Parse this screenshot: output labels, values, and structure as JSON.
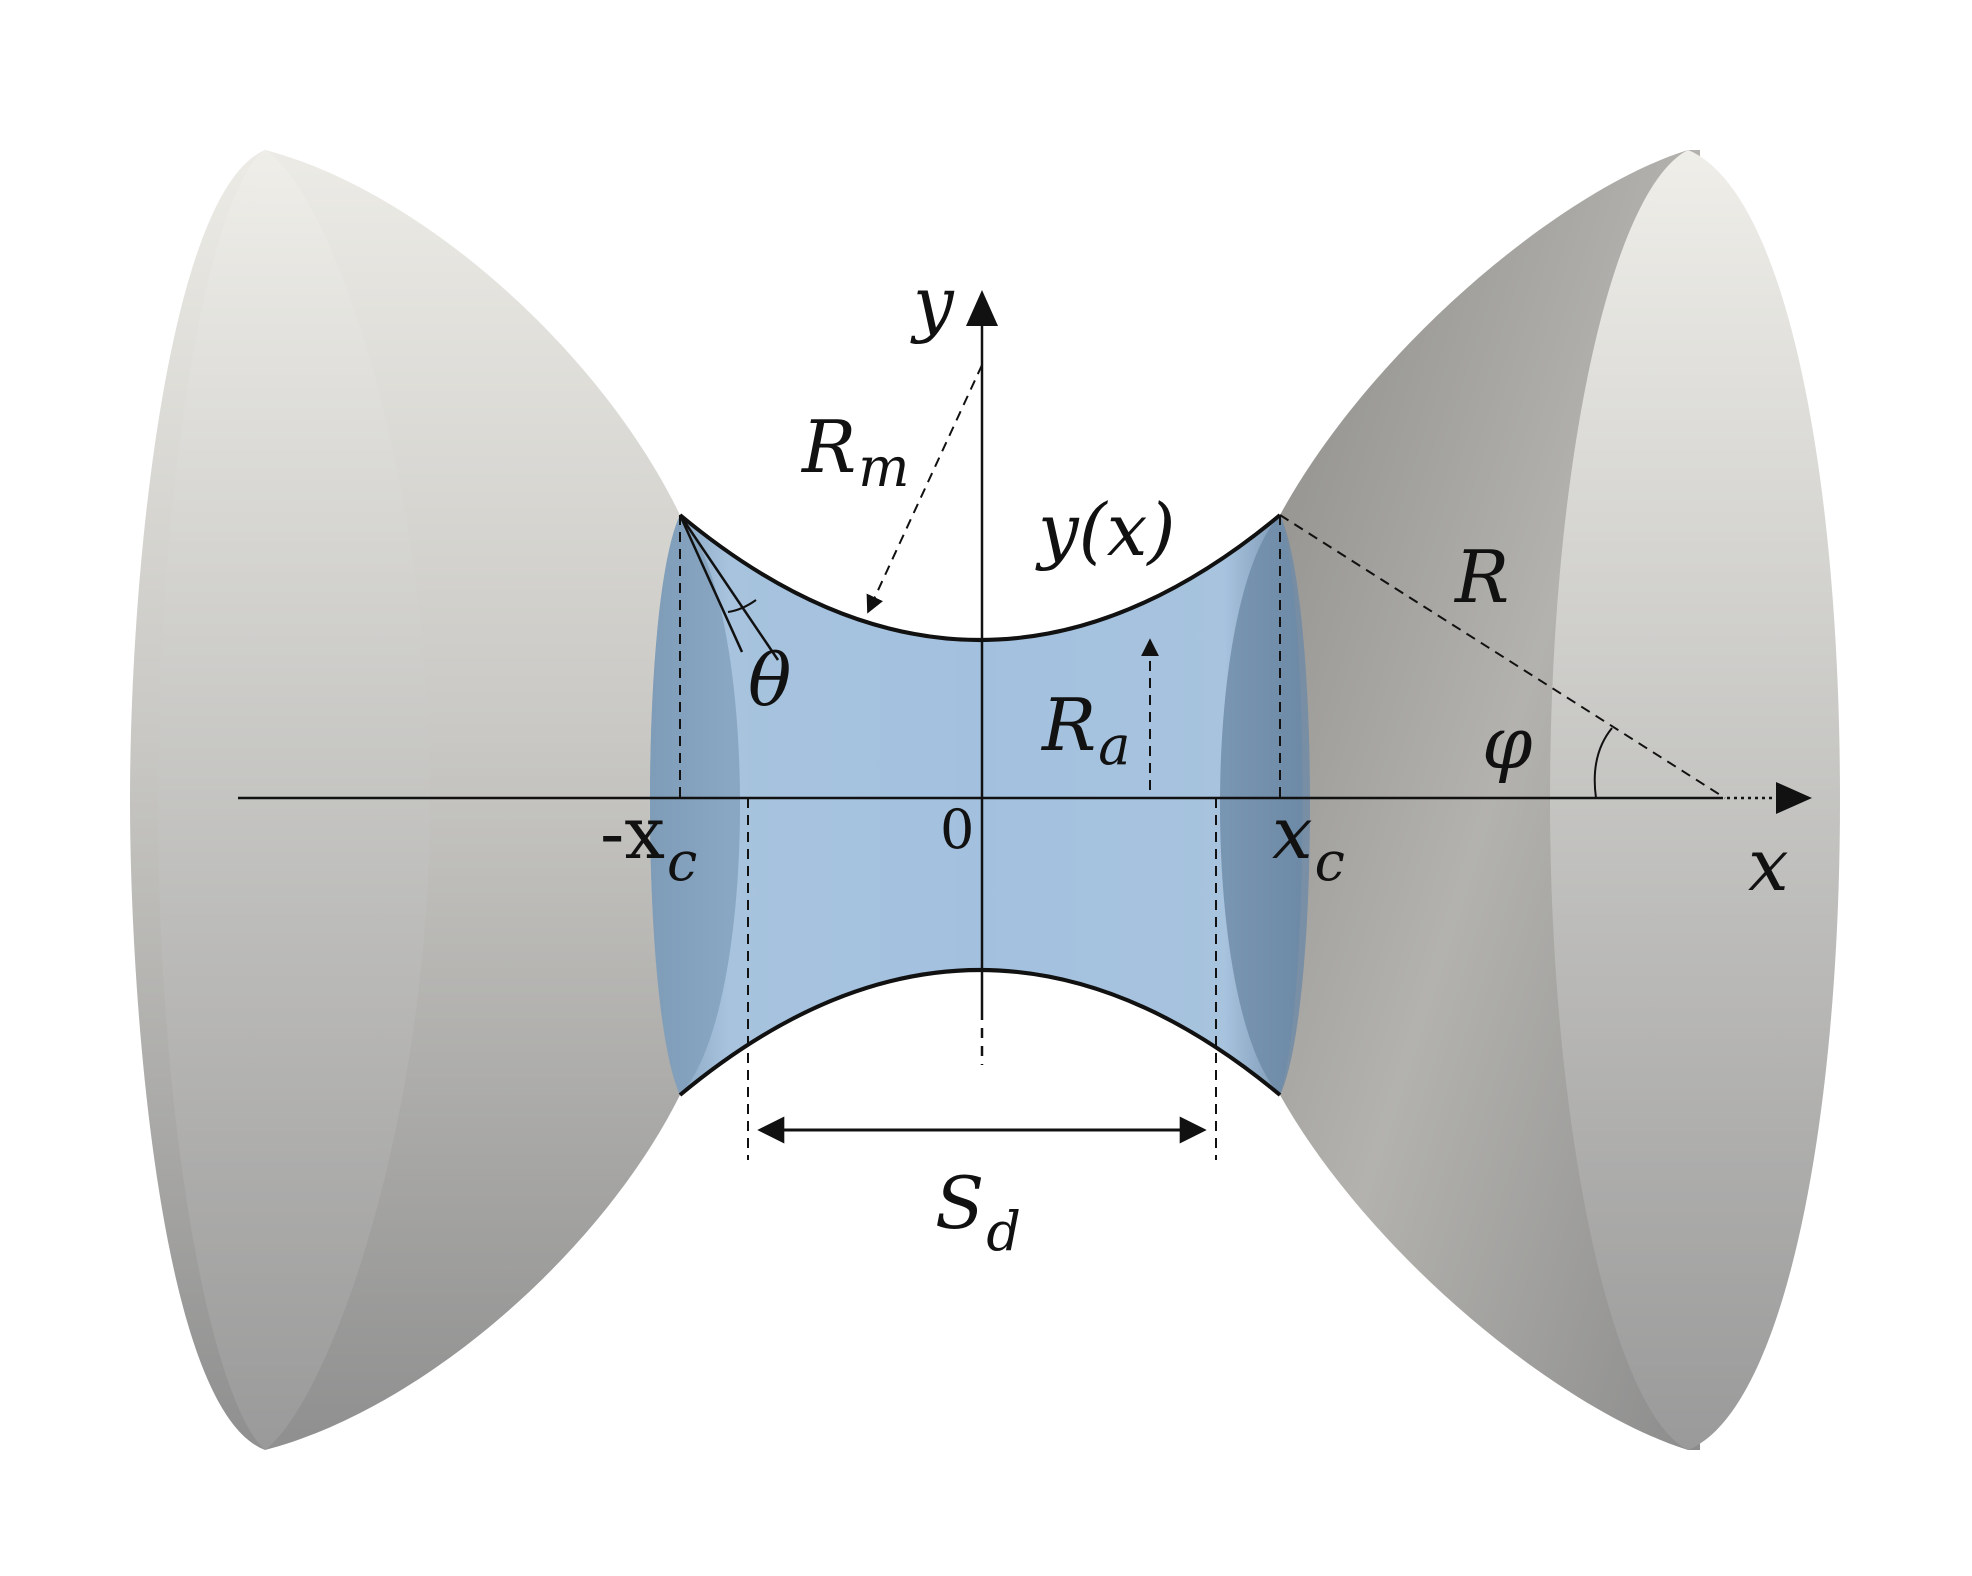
{
  "labels": {
    "y_axis": "y",
    "x_axis": "x",
    "r_m": "R",
    "r_m_sub": "m",
    "y_of_x": "y(x)",
    "r_big": "R",
    "theta": "θ",
    "r_a": "R",
    "r_a_sub": "a",
    "phi": "φ",
    "neg_xc": "-x",
    "neg_xc_sub": "c",
    "origin": "0",
    "xc": "x",
    "xc_sub": "c",
    "s_d": "S",
    "s_d_sub": "d"
  },
  "colors": {
    "sphere_light": "#ecebe6",
    "sphere_dark": "#8f8f8f",
    "bridge": "#9dbcdc",
    "bridge_edge": "#5c7892",
    "ink": "#111111"
  }
}
